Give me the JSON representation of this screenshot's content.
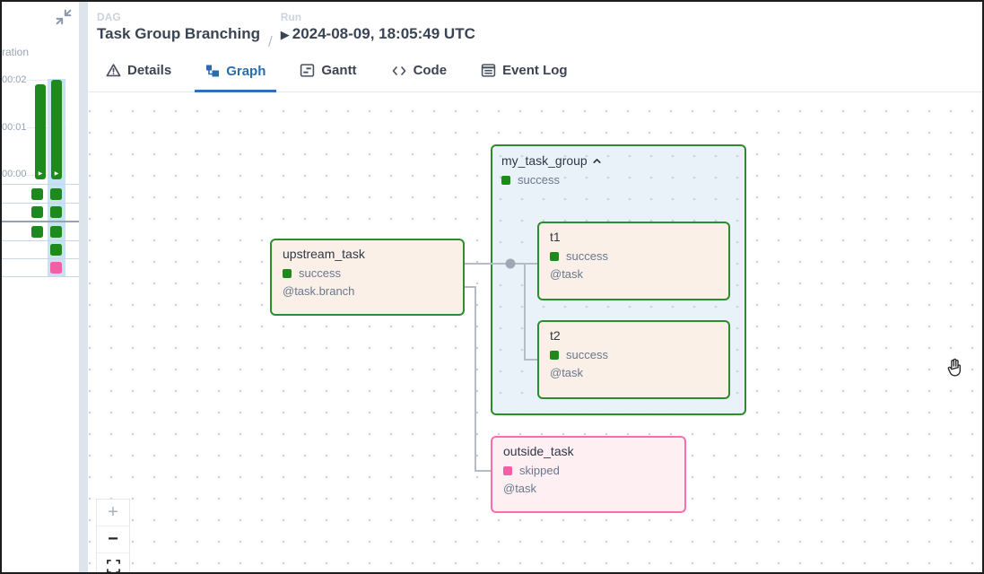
{
  "header": {
    "dag_label": "DAG",
    "dag_title": "Task Group Branching",
    "separator": "/",
    "run_label": "Run",
    "run_play_glyph": "▶",
    "run_value": "2024-08-09, 18:05:49 UTC"
  },
  "tabs": [
    {
      "label": "Details",
      "icon": "warning-icon",
      "active": false
    },
    {
      "label": "Graph",
      "icon": "graph-icon",
      "active": true
    },
    {
      "label": "Gantt",
      "icon": "gantt-icon",
      "active": false
    },
    {
      "label": "Code",
      "icon": "code-icon",
      "active": false
    },
    {
      "label": "Event Log",
      "icon": "event-log-icon",
      "active": false
    }
  ],
  "sidebar": {
    "duration_label": "ration",
    "axis_ticks": [
      "00:02",
      "00:01",
      "00:00"
    ],
    "runs": [
      {
        "status": "success"
      },
      {
        "status": "success",
        "selected": true
      }
    ],
    "task_rows": [
      {
        "squares": [
          {
            "col": 1,
            "status": "success"
          },
          {
            "col": 2,
            "status": "success"
          }
        ]
      },
      {
        "squares": [
          {
            "col": 1,
            "status": "success"
          },
          {
            "col": 2,
            "status": "success"
          }
        ]
      },
      {
        "squares": [
          {
            "col": 1,
            "status": "success"
          },
          {
            "col": 2,
            "status": "success"
          }
        ]
      },
      {
        "squares": [
          {
            "col": 2,
            "status": "success"
          }
        ]
      },
      {
        "squares": [
          {
            "col": 2,
            "status": "skipped"
          }
        ]
      }
    ]
  },
  "graph": {
    "nodes": {
      "my_task_group": {
        "title": "my_task_group",
        "status": "success"
      },
      "upstream_task": {
        "title": "upstream_task",
        "status": "success",
        "decorator": "@task.branch"
      },
      "t1": {
        "title": "t1",
        "status": "success",
        "decorator": "@task"
      },
      "t2": {
        "title": "t2",
        "status": "success",
        "decorator": "@task"
      },
      "outside_task": {
        "title": "outside_task",
        "status": "skipped",
        "decorator": "@task"
      }
    }
  },
  "zoom_controls": {
    "zoom_in_label": "+",
    "zoom_out_label": "−"
  },
  "colors": {
    "success": "#1e8a1e",
    "skipped": "#f15fa5",
    "accent_blue": "#2b6cb0",
    "node_bg": "#fbf0e7",
    "group_bg": "#e9f1f9",
    "selected_column": "#c5e2f7",
    "edge": "#b4bcc8"
  }
}
